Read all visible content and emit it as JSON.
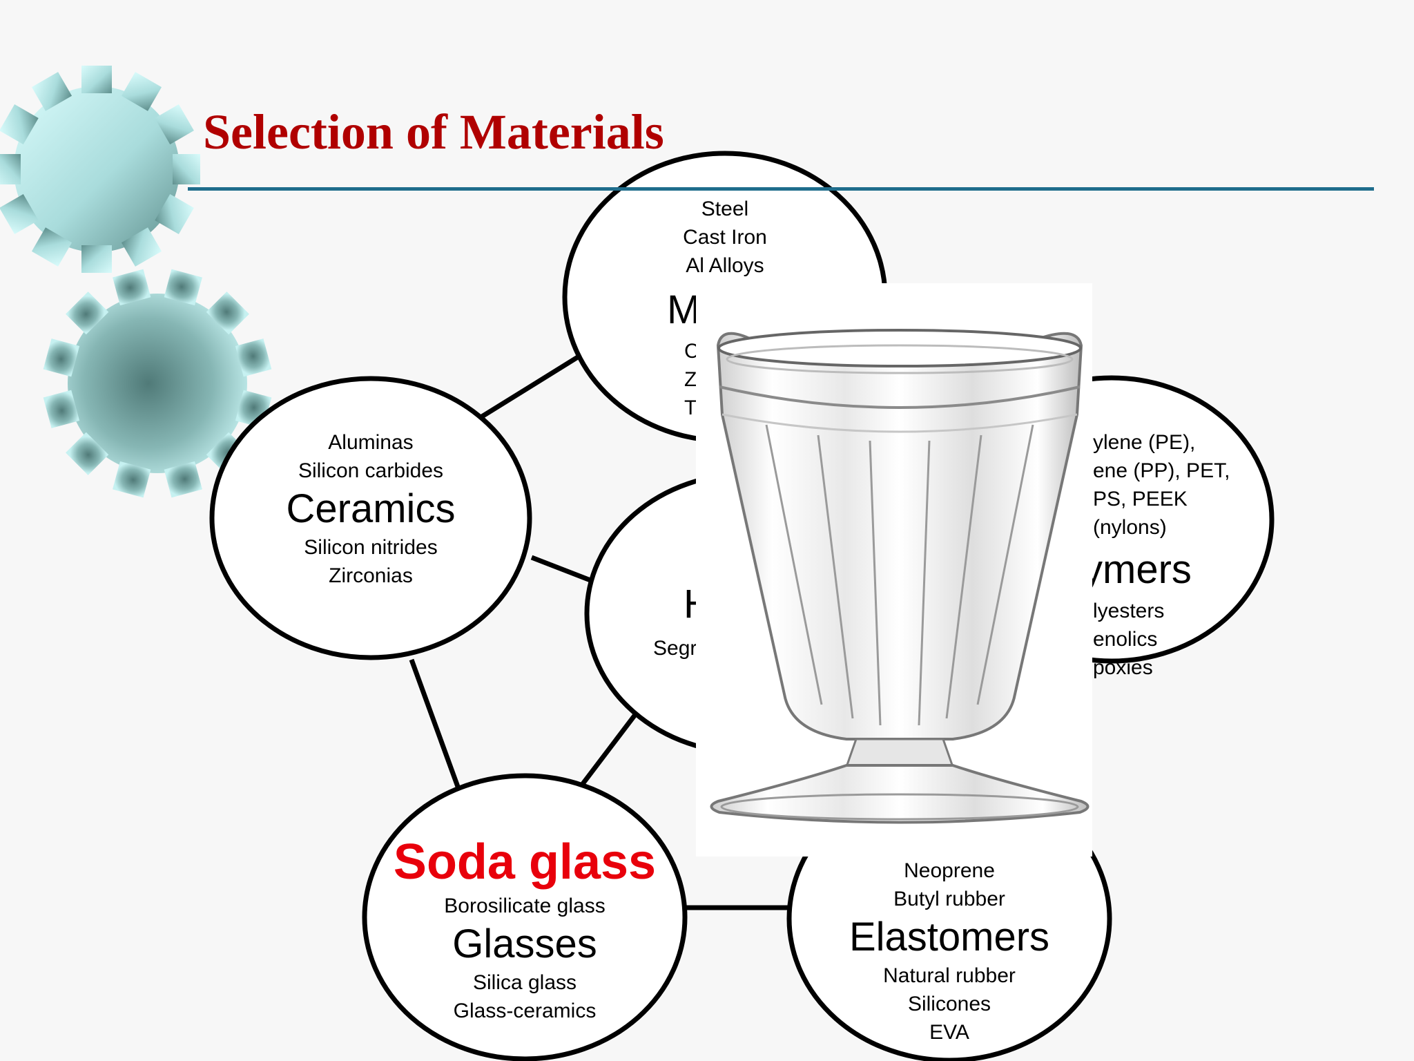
{
  "slide": {
    "title": "Selection of Materials"
  },
  "nodes": {
    "metals": {
      "top_items": [
        "Steel",
        "Cast Iron",
        "Al Alloys"
      ],
      "name_partial": "M",
      "bottom_items_partial": [
        "C",
        "Z",
        "T"
      ]
    },
    "ceramics": {
      "top_items": [
        "Aluminas",
        "Silicon carbides"
      ],
      "name": "Ceramics",
      "bottom_items": [
        "Silicon nitrides",
        "Zirconias"
      ]
    },
    "hybrids": {
      "name_partial": "H",
      "bottom_items_partial": [
        "Segr"
      ]
    },
    "polymers": {
      "top_items_partial": [
        "ylene (PE),",
        "ene (PP), PET,",
        "PS, PEEK",
        "(nylons)"
      ],
      "name_partial": "ymers",
      "bottom_items_partial": [
        "lyesters",
        "enolics",
        "poxies"
      ]
    },
    "glasses": {
      "highlight": "Soda glass",
      "top_items": [
        "Borosilicate glass"
      ],
      "name": "Glasses",
      "bottom_items": [
        "Silica glass",
        "Glass-ceramics"
      ]
    },
    "elastomers": {
      "top_items": [
        "Neoprene",
        "Butyl rubber"
      ],
      "name": "Elastomers",
      "bottom_items": [
        "Natural rubber",
        "Silicones",
        "EVA"
      ]
    }
  },
  "colors": {
    "title": "#b00000",
    "rule": "#1f6d8c",
    "highlight": "#e8000b",
    "gear_light": "#bdeef0",
    "gear_dark": "#6f9e9c"
  },
  "icons": [
    "gear-icon",
    "gear-icon",
    "glass-cup-image"
  ]
}
